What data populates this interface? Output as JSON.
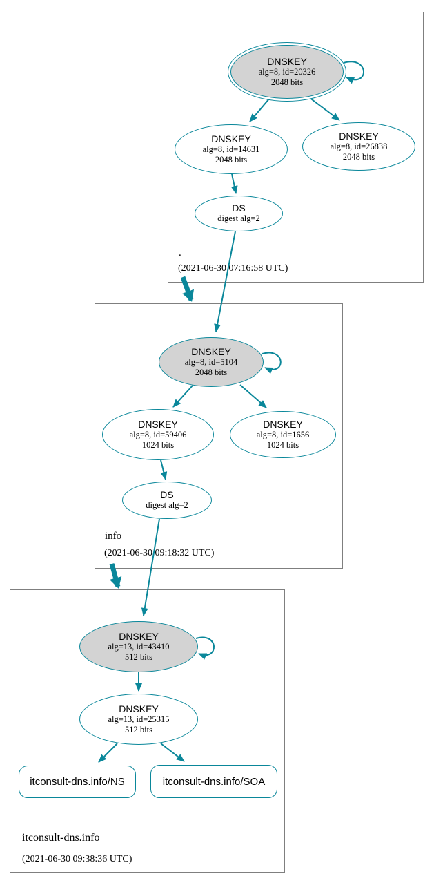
{
  "diagram": {
    "type": "dnssec-authentication-chain",
    "accent_color": "#0a879a",
    "ksk_fill_color": "#d3d3d3",
    "zone_border_color": "#7f7f7f"
  },
  "zones": [
    {
      "name": ".",
      "timestamp": "(2021-06-30 07:16:58 UTC)",
      "nodes": {
        "ksk": {
          "title": "DNSKEY",
          "line1": "alg=8, id=20326",
          "line2": "2048 bits"
        },
        "zsk1": {
          "title": "DNSKEY",
          "line1": "alg=8, id=14631",
          "line2": "2048 bits"
        },
        "zsk2": {
          "title": "DNSKEY",
          "line1": "alg=8, id=26838",
          "line2": "2048 bits"
        },
        "ds": {
          "title": "DS",
          "line1": "digest alg=2"
        }
      }
    },
    {
      "name": "info",
      "timestamp": "(2021-06-30 09:18:32 UTC)",
      "nodes": {
        "ksk": {
          "title": "DNSKEY",
          "line1": "alg=8, id=5104",
          "line2": "2048 bits"
        },
        "zsk1": {
          "title": "DNSKEY",
          "line1": "alg=8, id=59406",
          "line2": "1024 bits"
        },
        "zsk2": {
          "title": "DNSKEY",
          "line1": "alg=8, id=1656",
          "line2": "1024 bits"
        },
        "ds": {
          "title": "DS",
          "line1": "digest alg=2"
        }
      }
    },
    {
      "name": "itconsult-dns.info",
      "timestamp": "(2021-06-30 09:38:36 UTC)",
      "nodes": {
        "ksk": {
          "title": "DNSKEY",
          "line1": "alg=13, id=43410",
          "line2": "512 bits"
        },
        "zsk": {
          "title": "DNSKEY",
          "line1": "alg=13, id=25315",
          "line2": "512 bits"
        },
        "rrset_ns": {
          "label": "itconsult-dns.info/NS"
        },
        "rrset_soa": {
          "label": "itconsult-dns.info/SOA"
        }
      }
    }
  ]
}
